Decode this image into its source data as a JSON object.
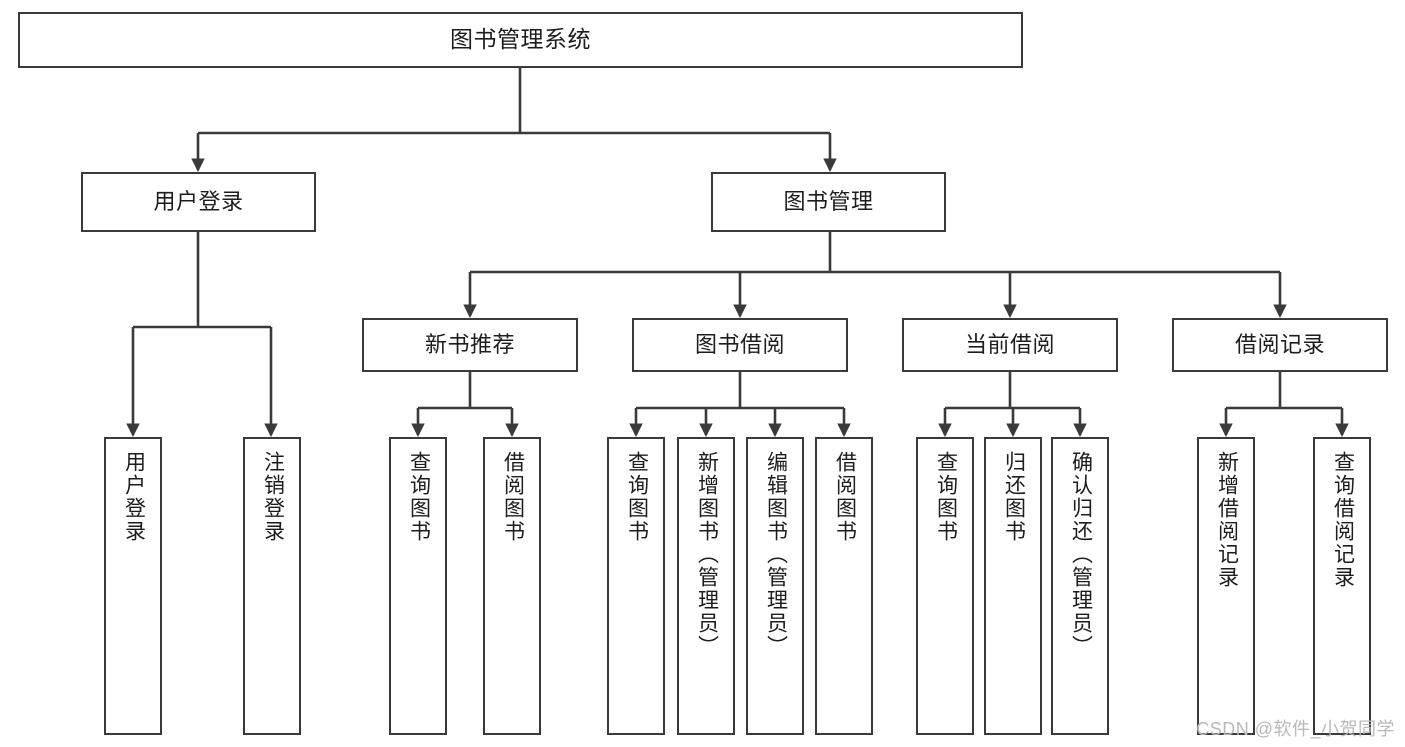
{
  "diagram": {
    "title": "图书管理系统",
    "type": "tree",
    "background_color": "#ffffff",
    "stroke_color": "#3a3a3a",
    "text_color": "#1d1d1d"
  },
  "nodes": {
    "root": {
      "label": "图书管理系统"
    },
    "level2": [
      {
        "id": "user-login",
        "label": "用户登录"
      },
      {
        "id": "book-manage",
        "label": "图书管理"
      }
    ],
    "level3": [
      {
        "id": "new-book-recommend",
        "label": "新书推荐"
      },
      {
        "id": "book-borrow",
        "label": "图书借阅"
      },
      {
        "id": "current-borrow",
        "label": "当前借阅"
      },
      {
        "id": "borrow-record",
        "label": "借阅记录"
      }
    ],
    "leaves": [
      {
        "id": "leaf-user-login",
        "label": "用户登录",
        "parent": "user-login"
      },
      {
        "id": "leaf-user-logout",
        "label": "注销登录",
        "parent": "user-login"
      },
      {
        "id": "leaf-query-book-1",
        "label": "查询图书",
        "parent": "new-book-recommend"
      },
      {
        "id": "leaf-borrow-book-1",
        "label": "借阅图书",
        "parent": "new-book-recommend"
      },
      {
        "id": "leaf-query-book-2",
        "label": "查询图书",
        "parent": "book-borrow"
      },
      {
        "id": "leaf-add-book",
        "label": "新增图书（管理员）",
        "parent": "book-borrow"
      },
      {
        "id": "leaf-edit-book",
        "label": "编辑图书（管理员）",
        "parent": "book-borrow"
      },
      {
        "id": "leaf-borrow-book-2",
        "label": "借阅图书",
        "parent": "book-borrow"
      },
      {
        "id": "leaf-query-book-3",
        "label": "查询图书",
        "parent": "current-borrow"
      },
      {
        "id": "leaf-return-book",
        "label": "归还图书",
        "parent": "current-borrow"
      },
      {
        "id": "leaf-confirm-return",
        "label": "确认归还（管理员）",
        "parent": "current-borrow"
      },
      {
        "id": "leaf-add-borrow-record",
        "label": "新增借阅记录",
        "parent": "borrow-record"
      },
      {
        "id": "leaf-query-borrow-record",
        "label": "查询借阅记录",
        "parent": "borrow-record"
      }
    ]
  },
  "watermark": {
    "text": "CSDN @软件_小贺同学",
    "color": "#b9b9b9"
  }
}
